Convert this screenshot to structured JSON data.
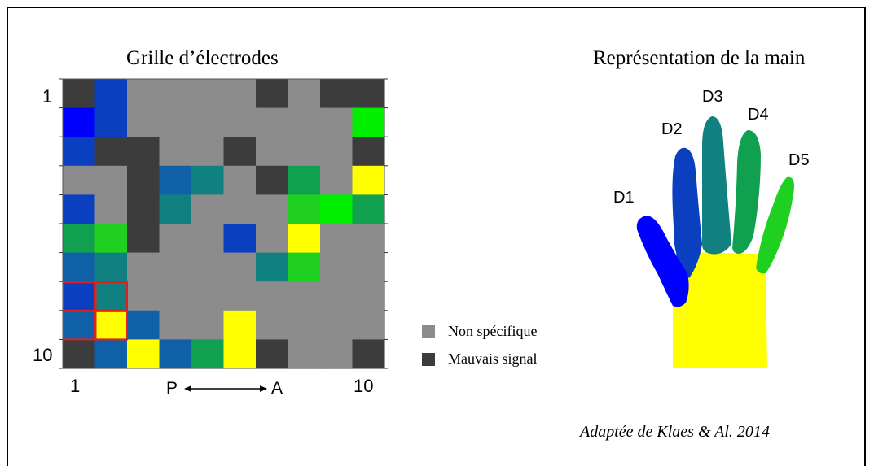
{
  "grid_panel": {
    "title": "Grille d’électrodes",
    "row_start_label": "1",
    "row_end_label": "10",
    "col_start_label": "1",
    "col_end_label": "10",
    "axis_left_label": "P",
    "axis_right_label": "A"
  },
  "colors": {
    "non_specific": "#8c8c8c",
    "bad_signal": "#3c3c3c",
    "d1": "#0000ff",
    "d2": "#0a40c0",
    "d2b": "#1060a8",
    "d3": "#108080",
    "d4": "#10a050",
    "d5": "#20d020",
    "d5b": "#00f000",
    "palm": "#ffff00",
    "highlight": "#e02020"
  },
  "grid_cells": [
    [
      "B",
      "D2",
      "N",
      "N",
      "N",
      "N",
      "B",
      "N",
      "B",
      "B"
    ],
    [
      "D1",
      "D2",
      "N",
      "N",
      "N",
      "N",
      "N",
      "N",
      "N",
      "D5B"
    ],
    [
      "D2",
      "B",
      "B",
      "N",
      "N",
      "B",
      "N",
      "N",
      "N",
      "B"
    ],
    [
      "N",
      "N",
      "B",
      "D2B",
      "D3",
      "N",
      "B",
      "D4",
      "N",
      "P"
    ],
    [
      "D2",
      "N",
      "B",
      "D3",
      "N",
      "N",
      "N",
      "D5",
      "D5B",
      "D4"
    ],
    [
      "D4",
      "D5",
      "B",
      "N",
      "N",
      "D2",
      "N",
      "P",
      "N",
      "N"
    ],
    [
      "D2B",
      "D3",
      "N",
      "N",
      "N",
      "N",
      "D3",
      "D5",
      "N",
      "N"
    ],
    [
      "D2",
      "D3",
      "N",
      "N",
      "N",
      "N",
      "N",
      "N",
      "N",
      "N"
    ],
    [
      "D2B",
      "P",
      "D2B",
      "N",
      "N",
      "P",
      "N",
      "N",
      "N",
      "N"
    ],
    [
      "B",
      "D2B",
      "P",
      "D2B",
      "D4",
      "P",
      "B",
      "N",
      "N",
      "B"
    ]
  ],
  "highlighted_cells": [
    [
      7,
      0
    ],
    [
      7,
      1
    ],
    [
      8,
      0
    ],
    [
      8,
      1
    ]
  ],
  "legend": [
    {
      "label": "Non spécifique",
      "color": "#8c8c8c"
    },
    {
      "label": "Mauvais signal",
      "color": "#3c3c3c"
    }
  ],
  "hand_panel": {
    "title": "Représentation de la main",
    "fingers": [
      "D1",
      "D2",
      "D3",
      "D4",
      "D5"
    ]
  },
  "credit": "Adaptée de Klaes & Al. 2014"
}
